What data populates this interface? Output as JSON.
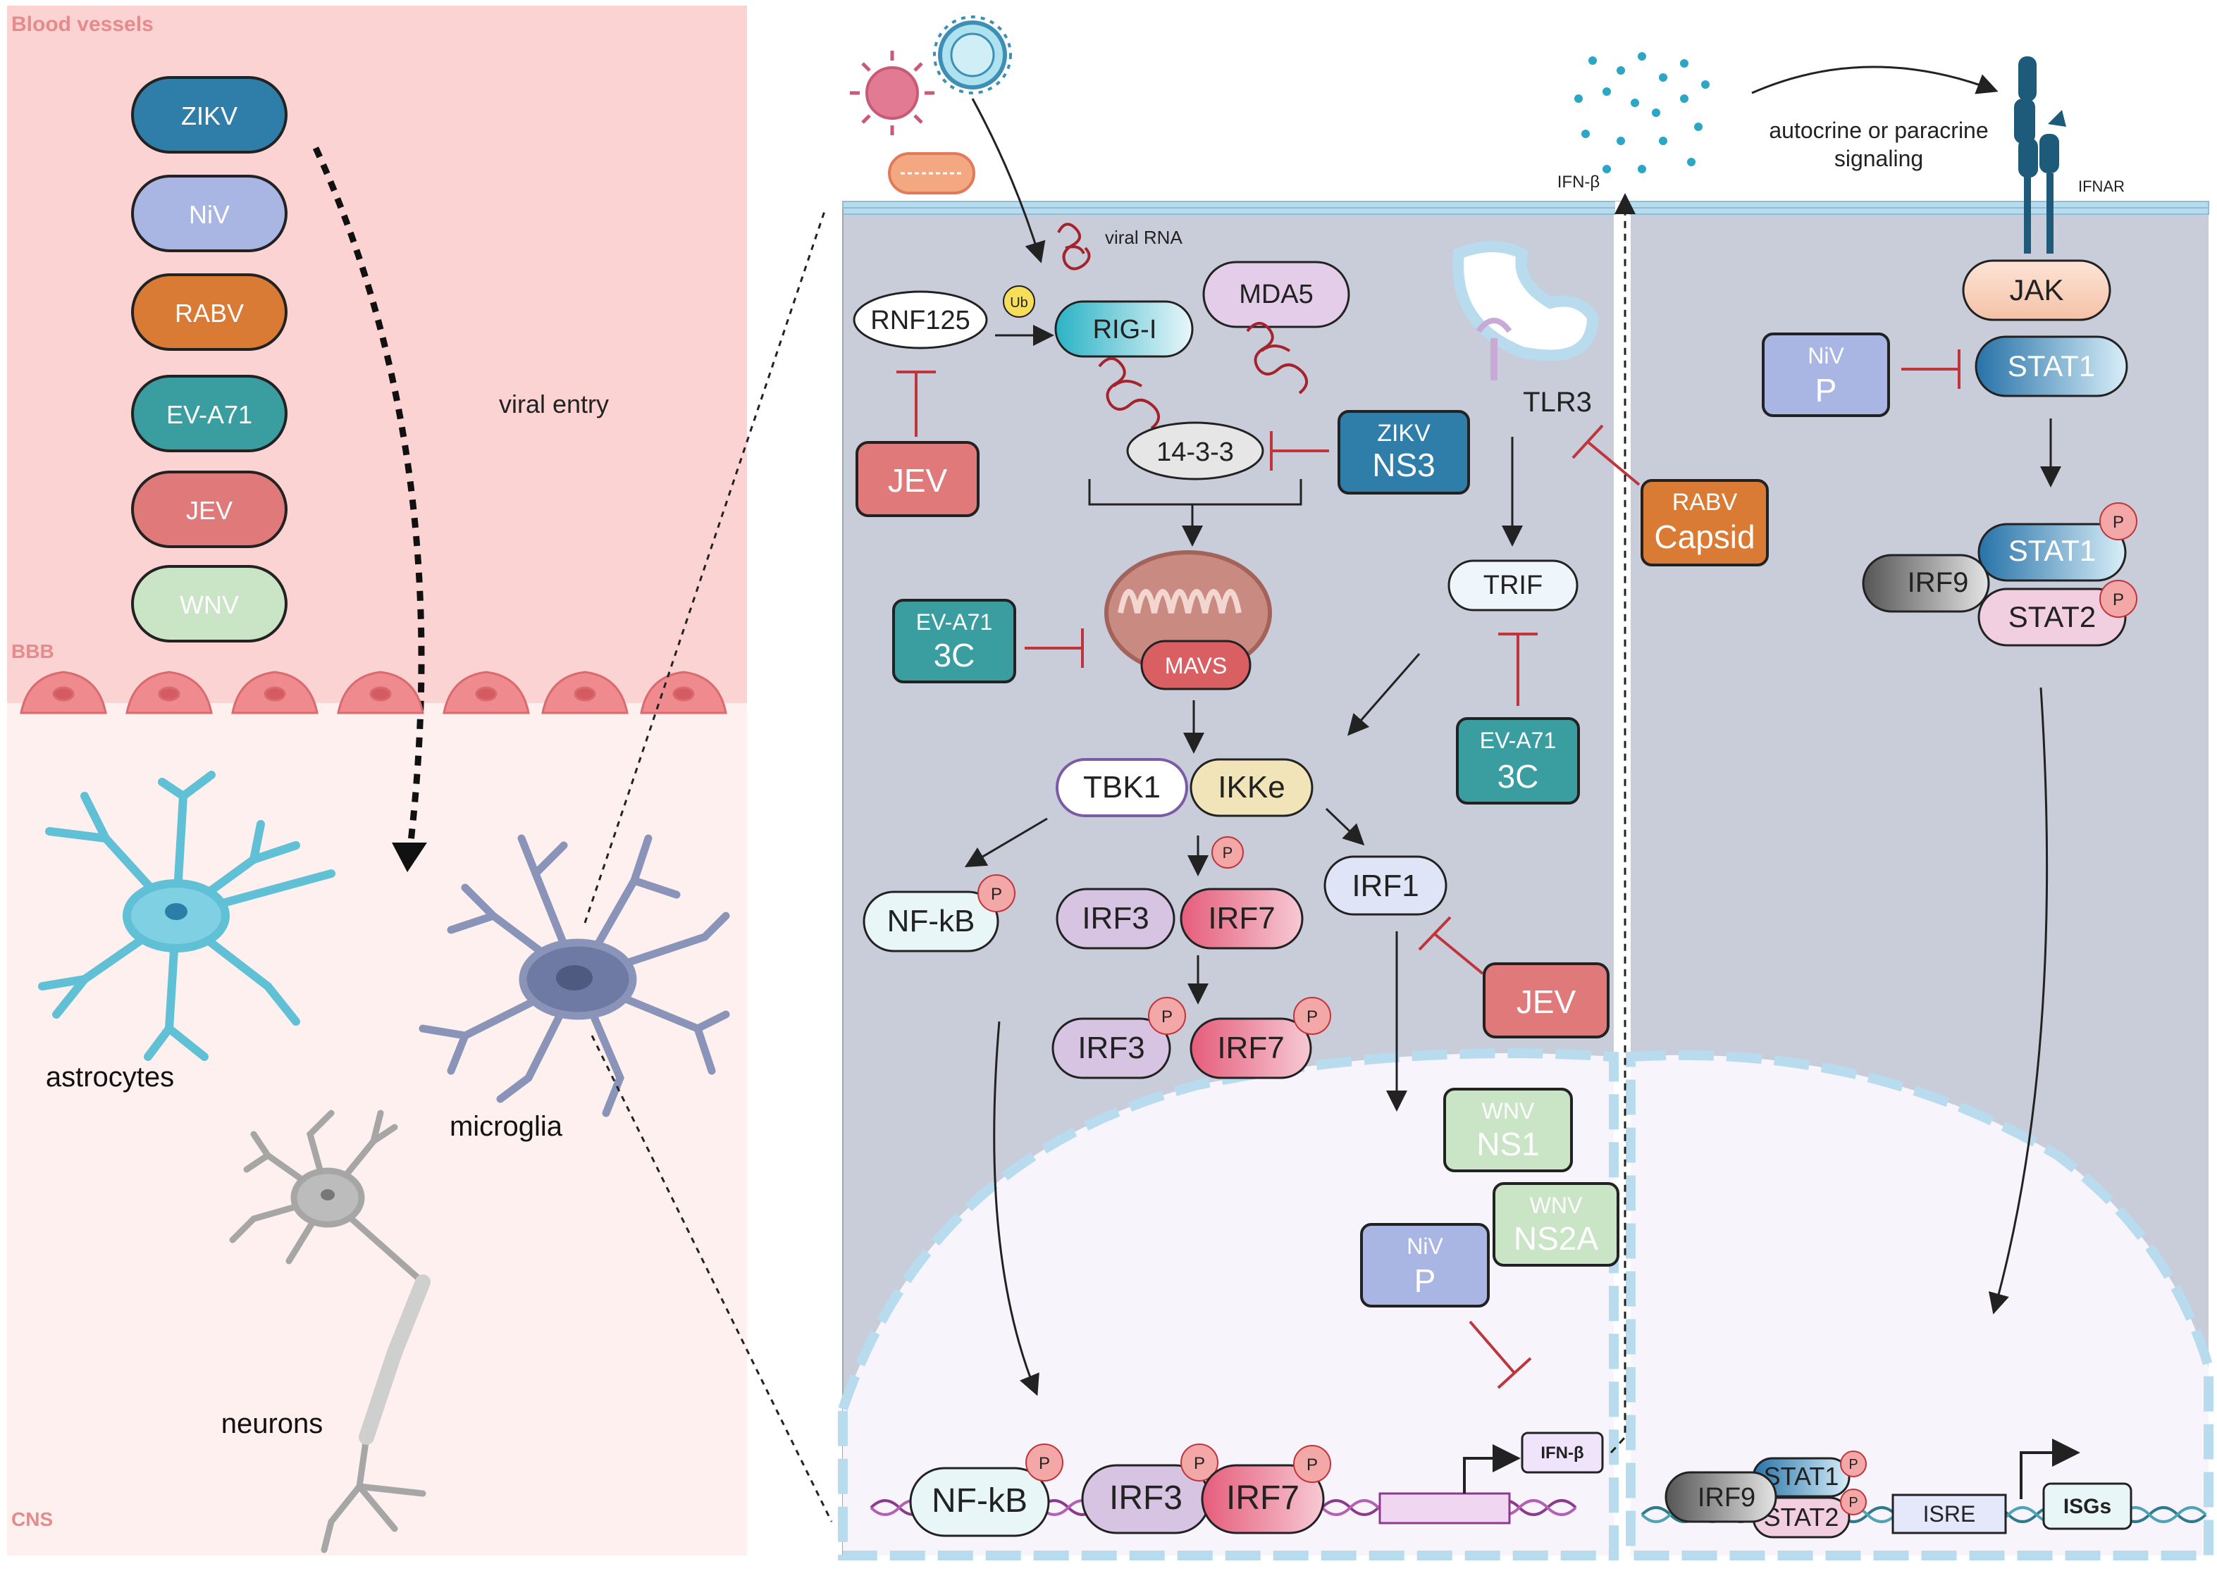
{
  "left_panel": {
    "blood_vessels_label": "Blood vessels",
    "bbb_label": "BBB",
    "cns_label": "CNS",
    "viral_entry_label": "viral entry",
    "viruses": [
      {
        "label": "ZIKV",
        "color": "#2f7ea9"
      },
      {
        "label": "NiV",
        "color": "#a9b6e4"
      },
      {
        "label": "RABV",
        "color": "#d97a35"
      },
      {
        "label": "EV-A71",
        "color": "#3a9ea1"
      },
      {
        "label": "JEV",
        "color": "#e07a7a"
      },
      {
        "label": "WNV",
        "color": "#c9e5c6"
      }
    ],
    "cells": {
      "astrocytes": "astrocytes",
      "microglia": "microglia",
      "neurons": "neurons"
    }
  },
  "center_panel": {
    "viral_rna": "viral RNA",
    "ub": "Ub",
    "p": "P",
    "rnf125": "RNF125",
    "rig_i": "RIG-I",
    "mda5": "MDA5",
    "tlr3": "TLR3",
    "jev_top": "JEV",
    "fourteen_three_three": "14-3-3",
    "zikv_ns3": {
      "top": "ZIKV",
      "bottom": "NS3"
    },
    "rabv_capsid": {
      "top": "RABV",
      "bottom": "Capsid"
    },
    "trif": "TRIF",
    "ev_a71_left": {
      "top": "EV-A71",
      "bottom": "3C"
    },
    "mavs": "MAVS",
    "ev_a71_right": {
      "top": "EV-A71",
      "bottom": "3C"
    },
    "tbk1": "TBK1",
    "ikke": "IKKe",
    "nfkb": "NF-kB",
    "irf3": "IRF3",
    "irf7": "IRF7",
    "irf1": "IRF1",
    "jev_right": "JEV",
    "wnv_ns1": {
      "top": "WNV",
      "bottom": "NS1"
    },
    "wnv_ns2a": {
      "top": "WNV",
      "bottom": "NS2A"
    },
    "niv_p": {
      "top": "NiV",
      "bottom": "P"
    },
    "ifn_beta_gene": "IFN-β",
    "ifn_beta_secreted": "IFN-β"
  },
  "right_panel": {
    "signaling_label_1": "autocrine or paracrine",
    "signaling_label_2": "signaling",
    "ifnar": "IFNAR",
    "jak": "JAK",
    "niv_p": {
      "top": "NiV",
      "bottom": "P"
    },
    "stat1": "STAT1",
    "stat2": "STAT2",
    "irf9": "IRF9",
    "isre": "ISRE",
    "isgs": "ISGs"
  }
}
